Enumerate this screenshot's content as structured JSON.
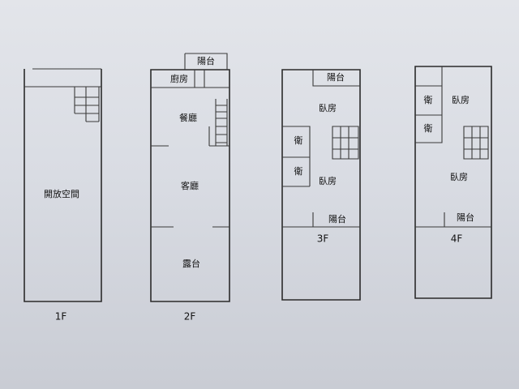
{
  "floors": [
    {
      "label": "1F",
      "rooms": {
        "open_space": "開放空間"
      }
    },
    {
      "label": "2F",
      "rooms": {
        "balcony": "陽台",
        "kitchen": "廚房",
        "dining": "餐廳",
        "living": "客廳",
        "terrace": "露台"
      }
    },
    {
      "label": "3F",
      "rooms": {
        "balcony_top": "陽台",
        "bedroom_top": "臥房",
        "bath_upper": "衛",
        "bath_lower": "衛",
        "bedroom_bottom": "臥房",
        "balcony_bottom": "陽台"
      }
    },
    {
      "label": "4F",
      "rooms": {
        "bath_upper": "衛",
        "bedroom_top": "臥房",
        "bath_lower": "衛",
        "bedroom_bottom": "臥房",
        "balcony_bottom": "陽台"
      }
    }
  ]
}
